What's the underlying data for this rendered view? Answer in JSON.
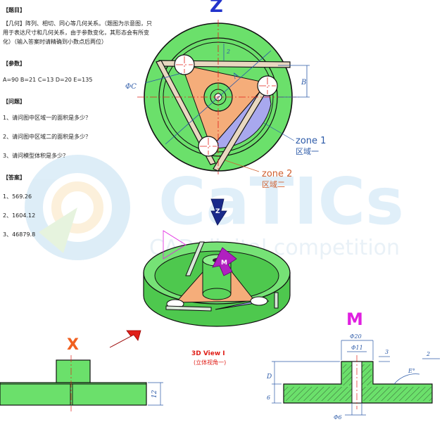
{
  "question": {
    "title_heading": "【题目】",
    "title_text": "【几何】阵列、相切、同心等几何关系。（题图为示意图，只用于表达尺寸和几何关系，由于参数变化，其形态会有所变化）（输入答案时请精确到小数点后两位）",
    "params_heading": "【参数】",
    "params_text": "A=90  B=21  C=13  D=20  E=135",
    "questions_heading": "【问题】",
    "q1": "1、请问图中区域一的面积是多少？",
    "q2": "2、请问图中区域二的面积是多少？",
    "q3": "3、请问模型体积是多少？",
    "answers_heading": "【答案】",
    "a1": "1、569.26",
    "a2": "2、1604.12",
    "a3": "3、46879.8"
  },
  "watermark": {
    "logo": "CaTICs",
    "subtitle": "CAD digital competition"
  },
  "top_view": {
    "view_letter": "Z",
    "dim_a": "A",
    "dim_b": "B",
    "dim_c": "ΦC",
    "dim_2": "2",
    "zone1_en": "zone 1",
    "zone1_cn": "区域一",
    "zone2_en": "zone 2",
    "zone2_cn": "区域二"
  },
  "iso_view": {
    "label": "3D View I",
    "label_cn": "(立体视角一)"
  },
  "front_view": {
    "view_letter": "X",
    "dim_12": "12"
  },
  "side_view": {
    "view_letter": "M",
    "dim_20": "Φ20",
    "dim_11": "Φ11",
    "dim_3": "3",
    "dim_d": "D",
    "dim_6": "6",
    "dim_phi6": "Φ6",
    "dim_2": "2",
    "dim_e": "E°"
  },
  "colors": {
    "green": "#6be06b",
    "orange": "#f5ad7a",
    "lavender": "#a8a8ee",
    "blue": "#2233cc",
    "red": "#e0201a",
    "magenta": "#e020e0",
    "dim_blue": "#2c5aa8"
  }
}
